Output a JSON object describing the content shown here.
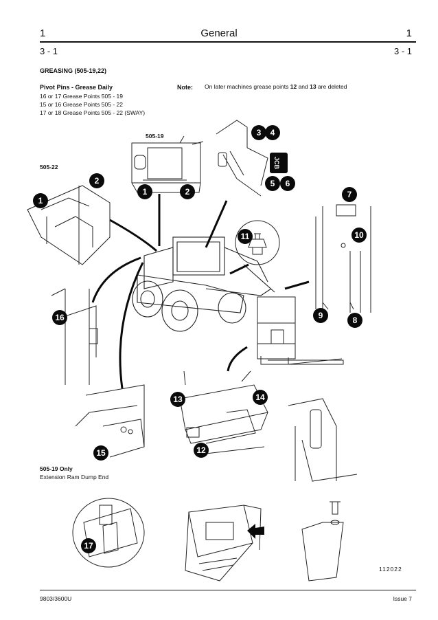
{
  "header": {
    "chapter_left": "1",
    "title": "General",
    "chapter_right": "1",
    "page_left": "3 - 1",
    "page_right": "3 - 1"
  },
  "section": {
    "heading": "GREASING (505-19,22)",
    "pivot_title": "Pivot Pins - Grease Daily",
    "lines": [
      "16 or 17 Grease Points 505 - 19",
      "15 or 16 Grease Points 505 - 22",
      "17 or 18 Grease Points 505 - 22 (SWAY)"
    ],
    "note_label": "Note:",
    "note_pre": "On later machines grease points ",
    "note_b1": "12",
    "note_mid": " and ",
    "note_b2": "13",
    "note_post": " are deleted"
  },
  "figure": {
    "label_505_19": "505-19",
    "label_505_22": "505-22",
    "only_title": "505-19 Only",
    "only_sub": "Extension Ram Dump End",
    "ref_number": "112022",
    "logo_text": "JCB",
    "callouts": [
      "1",
      "2",
      "3",
      "4",
      "5",
      "6",
      "7",
      "8",
      "9",
      "10",
      "11",
      "12",
      "13",
      "14",
      "15",
      "16",
      "17",
      "1",
      "2"
    ]
  },
  "footer": {
    "doc_number": "9803/3600U",
    "issue": "Issue 7"
  }
}
